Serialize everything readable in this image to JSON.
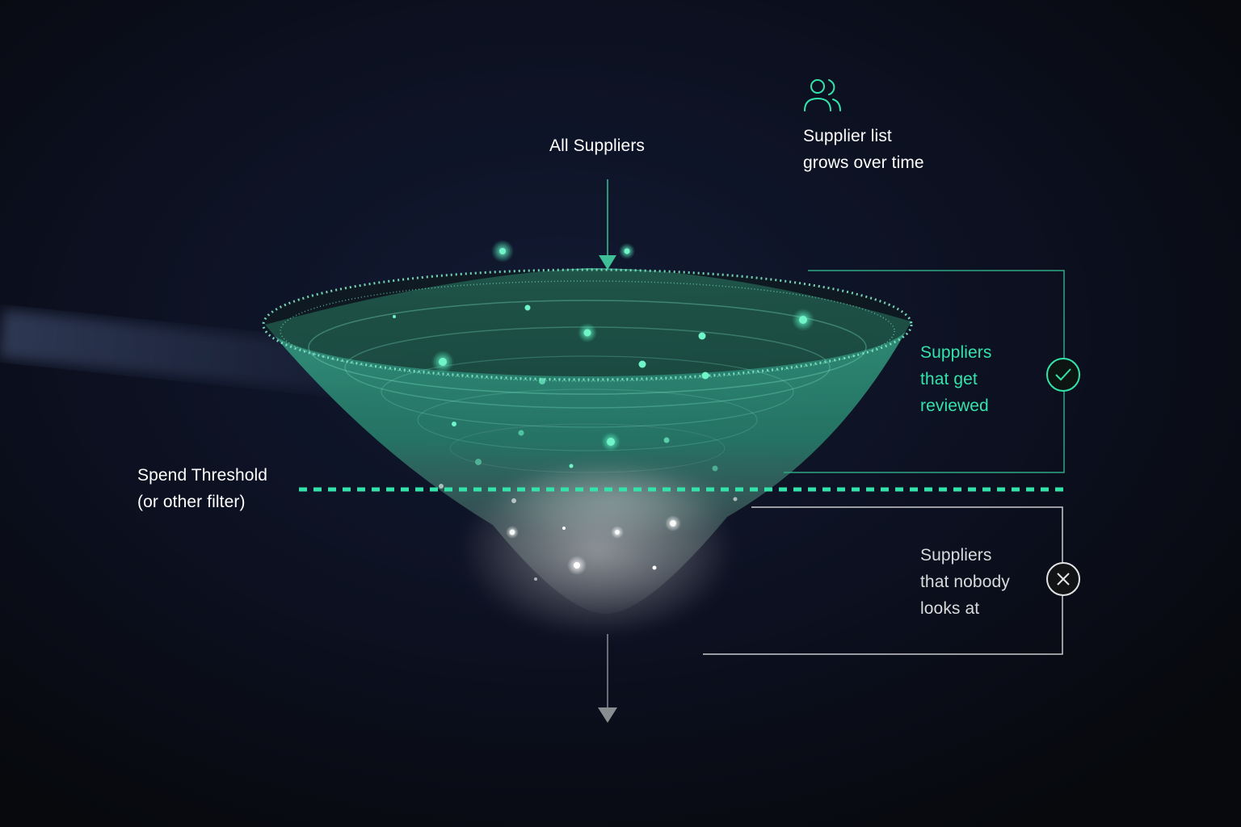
{
  "labels": {
    "all_suppliers": "All Suppliers",
    "grows": [
      "Supplier list",
      "grows over time"
    ],
    "threshold": [
      "Spend Threshold",
      "(or other filter)"
    ],
    "reviewed": [
      "Suppliers",
      "that get",
      "reviewed"
    ],
    "ignored": [
      "Suppliers",
      "that nobody",
      "looks at"
    ]
  },
  "icons": {
    "users": "users-icon",
    "check": "check-circle-icon",
    "close": "x-circle-icon"
  },
  "colors": {
    "background": "#0a0d12",
    "accent": "#34e3aa",
    "funnel": "#3fae8e",
    "white": "#ffffff",
    "grey": "#d9dadc"
  }
}
